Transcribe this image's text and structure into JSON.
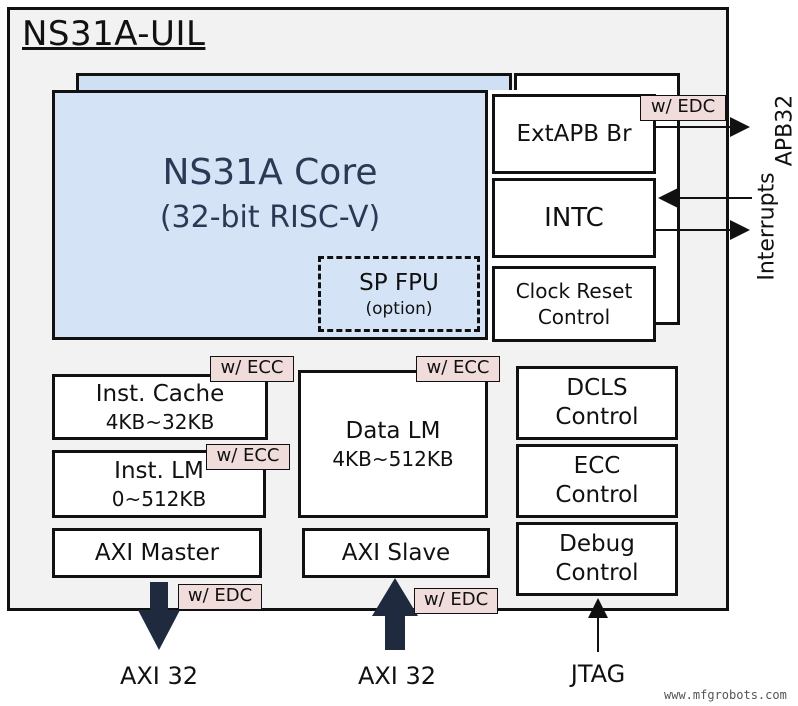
{
  "title": "NS31A-UIL",
  "core": {
    "name": "NS31A Core",
    "subtitle": "(32-bit RISC-V)",
    "fpu_name": "SP FPU",
    "fpu_note": "(option)"
  },
  "peripherals": {
    "extapb": "ExtAPB Br",
    "intc": "INTC",
    "clock_reset_line1": "Clock Reset",
    "clock_reset_line2": "Control"
  },
  "memory": {
    "inst_cache_title": "Inst. Cache",
    "inst_cache_size": "4KB~32KB",
    "inst_lm_title": "Inst. LM",
    "inst_lm_size": "0~512KB",
    "data_lm_title": "Data LM",
    "data_lm_size": "4KB~512KB"
  },
  "bus": {
    "axi_master": "AXI Master",
    "axi_slave": "AXI Slave"
  },
  "controls": {
    "dcls_line1": "DCLS",
    "dcls_line2": "Control",
    "ecc_line1": "ECC",
    "ecc_line2": "Control",
    "debug_line1": "Debug",
    "debug_line2": "Control"
  },
  "tags": {
    "edc": "w/ EDC",
    "ecc": "w/ ECC"
  },
  "external": {
    "apb": "APB32",
    "interrupts": "Interrupts",
    "axi_out": "AXI 32",
    "axi_in": "AXI 32",
    "jtag": "JTAG"
  },
  "watermark": "www.mfgrobots.com",
  "colors": {
    "outer_fill": "#f2f2f2",
    "core_fill": "#d5e3f7",
    "core_shadow_fill": "#cfe0f5",
    "tag_fill": "#f1dcdc",
    "line": "#111111"
  }
}
